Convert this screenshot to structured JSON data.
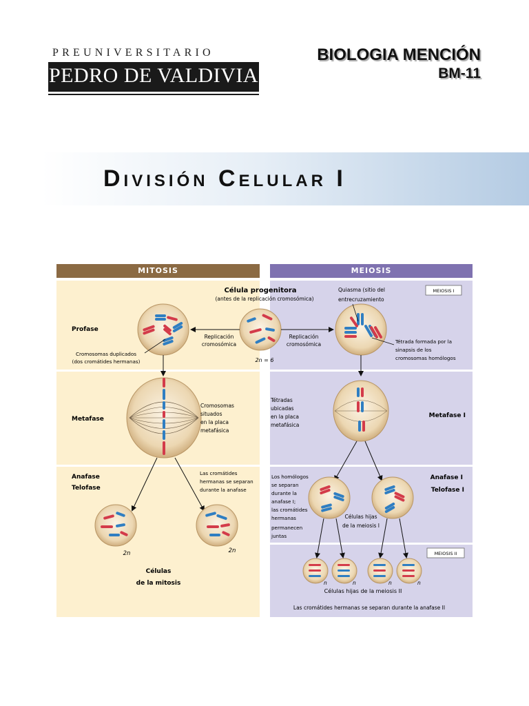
{
  "header": {
    "logo_top": "PREUNIVERSITARIO",
    "logo_main": "PEDRO DE VALDIVIA",
    "subject": "BIOLOGIA MENCIÓN",
    "code": "BM-11"
  },
  "title": "División Celular I",
  "figure": {
    "mitosis_header": "MITOSIS",
    "meiosis_header": "MEIOSIS",
    "progenitor_title": "Célula progenitora",
    "progenitor_sub": "(antes de la replicación cromosómica)",
    "replication_left_1": "Replicación",
    "replication_left_2": "cromosómica",
    "replication_right_1": "Replicación",
    "replication_right_2": "cromosómica",
    "ploidy_2n6": "2n = 6",
    "profase": "Profase",
    "duplicated_1": "Cromosomas duplicados",
    "duplicated_2": "(dos cromátides hermanas)",
    "quiasma_1": "Quiasma (sitio del",
    "quiasma_2": "entrecruzamiento",
    "meiosis_i_tag": "MEIOSIS I",
    "tetrada_1": "Tétrada formada por la",
    "tetrada_2": "sinapsis de los",
    "tetrada_3": "cromosomas homólogos",
    "metafase": "Metafase",
    "chrom_plate_1": "Cromosomas",
    "chrom_plate_2": "situados",
    "chrom_plate_3": "en la placa",
    "chrom_plate_4": "metafásica",
    "tetradas_1": "Tétradas",
    "tetradas_2": "ubicadas",
    "tetradas_3": "en la placa",
    "tetradas_4": "metafásica",
    "metafase_i": "Metafase I",
    "anafase": "Anafase",
    "telofase": "Telofase",
    "sister_sep_1": "Las cromátides",
    "sister_sep_2": "hermanas se separan",
    "sister_sep_3": "durante la anafase",
    "hom_1": "Los homólogos",
    "hom_2": "se separan",
    "hom_3": "durante la",
    "hom_4": "anafase I;",
    "hom_5": "las cromátides",
    "hom_6": "hermanas",
    "hom_7": "permanecen",
    "hom_8": "juntas",
    "anafase_i": "Anafase I",
    "telofase_i": "Telofase I",
    "hijas_i_1": "Células hijas",
    "hijas_i_2": "de la meiosis I",
    "ploidy_2n_left": "2n",
    "ploidy_2n_right": "2n",
    "celulas_1": "Células",
    "celulas_2": "de la mitosis",
    "meiosis_ii_tag": "MEIOSIS II",
    "n_label": "n",
    "hijas_ii": "Células hijas de la meiosis II",
    "sister_sep_ii": "Las cromátides hermanas se separan durante la anafase II"
  }
}
